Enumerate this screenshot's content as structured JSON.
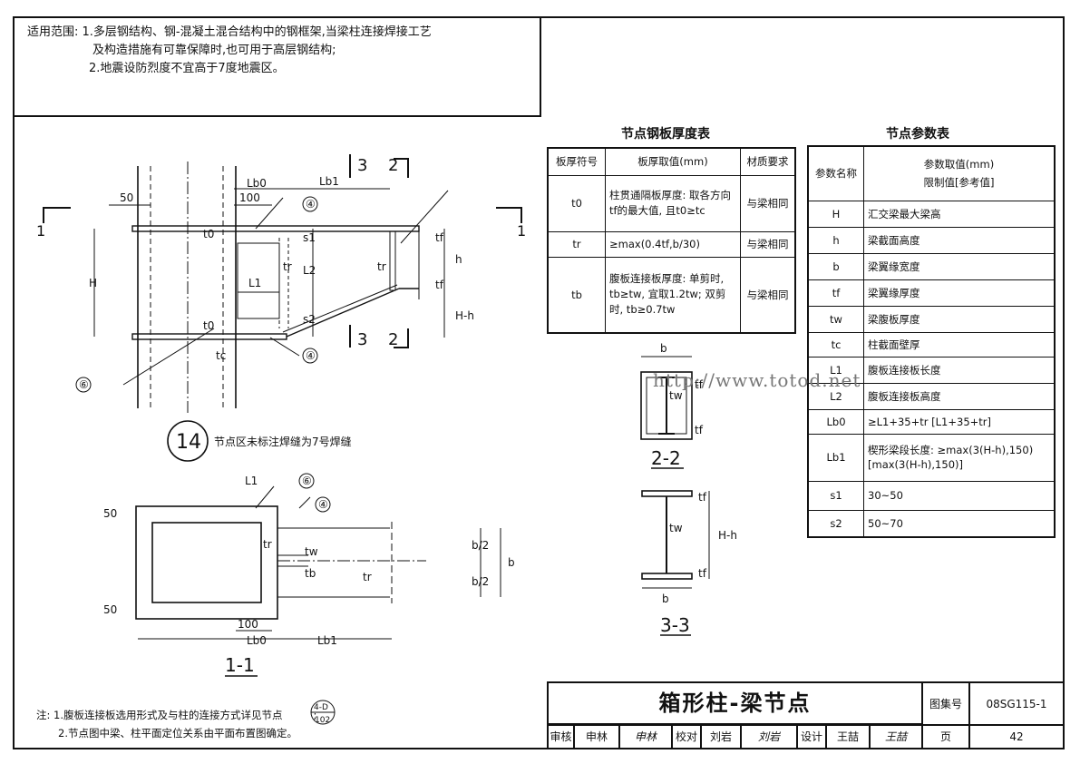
{
  "scope": {
    "line1": "适用范围: 1.多层钢结构、钢-混凝土混合结构中的钢框架,当梁柱连接焊接工艺",
    "line2": "及构造措施有可靠保障时,也可用于高层钢结构;",
    "line3": "2.地震设防烈度不宜高于7度地震区。"
  },
  "plate_table": {
    "title": "节点钢板厚度表",
    "headers": [
      "板厚符号",
      "板厚取值(mm)",
      "材质要求"
    ],
    "rows": [
      {
        "sym": "t0",
        "value": "柱贯通隔板厚度: 取各方向tf的最大值, 且t0≥tc",
        "mat": "与梁相同"
      },
      {
        "sym": "tr",
        "value": "≥max(0.4tf,b/30)",
        "mat": "与梁相同"
      },
      {
        "sym": "tb",
        "value": "腹板连接板厚度: 单剪时, tb≥tw, 宜取1.2tw; 双剪时, tb≥0.7tw",
        "mat": "与梁相同"
      }
    ]
  },
  "param_table": {
    "title": "节点参数表",
    "header_name": "参数名称",
    "header_value_1": "参数取值(mm)",
    "header_value_2": "限制值[参考值]",
    "rows": [
      {
        "name": "H",
        "value": "汇交梁最大梁高"
      },
      {
        "name": "h",
        "value": "梁截面高度"
      },
      {
        "name": "b",
        "value": "梁翼缘宽度"
      },
      {
        "name": "tf",
        "value": "梁翼缘厚度"
      },
      {
        "name": "tw",
        "value": "梁腹板厚度"
      },
      {
        "name": "tc",
        "value": "柱截面壁厚"
      },
      {
        "name": "L1",
        "value": "腹板连接板长度"
      },
      {
        "name": "L2",
        "value": "腹板连接板高度"
      },
      {
        "name": "Lb0",
        "value": "≥L1+35+tr [L1+35+tr]"
      },
      {
        "name": "Lb1",
        "value": "楔形梁段长度: ≥max(3(H-h),150) [max(3(H-h),150)]"
      },
      {
        "name": "s1",
        "value": "30~50"
      },
      {
        "name": "s2",
        "value": "50~70"
      }
    ]
  },
  "drawing": {
    "node_number": "14",
    "node_note": "节点区未标注焊缝为7号焊缝",
    "section_11": "1-1",
    "section_22": "2-2",
    "section_33": "3-3",
    "cut_1": "1",
    "cut_2": "2",
    "cut_3": "3",
    "weld_4": "④",
    "weld_6": "⑥",
    "dim_50": "50",
    "dim_100": "100",
    "dim_Lb0": "Lb0",
    "dim_Lb1": "Lb1",
    "dim_H": "H",
    "dim_h": "h",
    "dim_Hh": "H-h",
    "dim_b": "b",
    "dim_b2": "b/2",
    "lbl_t0": "t0",
    "lbl_tr": "tr",
    "lbl_tc": "tc",
    "lbl_tf": "tf",
    "lbl_tw": "tw",
    "lbl_tb": "tb",
    "lbl_L1": "L1",
    "lbl_L2": "L2",
    "lbl_s1": "s1",
    "lbl_s2": "s2"
  },
  "watermark": "http://www.totod.net",
  "notes": {
    "line1": "注: 1.腹板连接板选用形式及与柱的连接方式详见节点",
    "ref_top": "4-D",
    "ref_bottom": "102",
    "line1_end": ";",
    "line2": "2.节点图中梁、柱平面定位关系由平面布置图确定。"
  },
  "title_block": {
    "title": "箱形柱-梁节点",
    "atlas_label": "图集号",
    "atlas_no": "08SG115-1",
    "review_label": "审核",
    "review_name": "申林",
    "check_label": "校对",
    "check_name": "刘岩",
    "design_label": "设计",
    "design_name": "王喆",
    "page_label": "页",
    "page_no": "42"
  }
}
